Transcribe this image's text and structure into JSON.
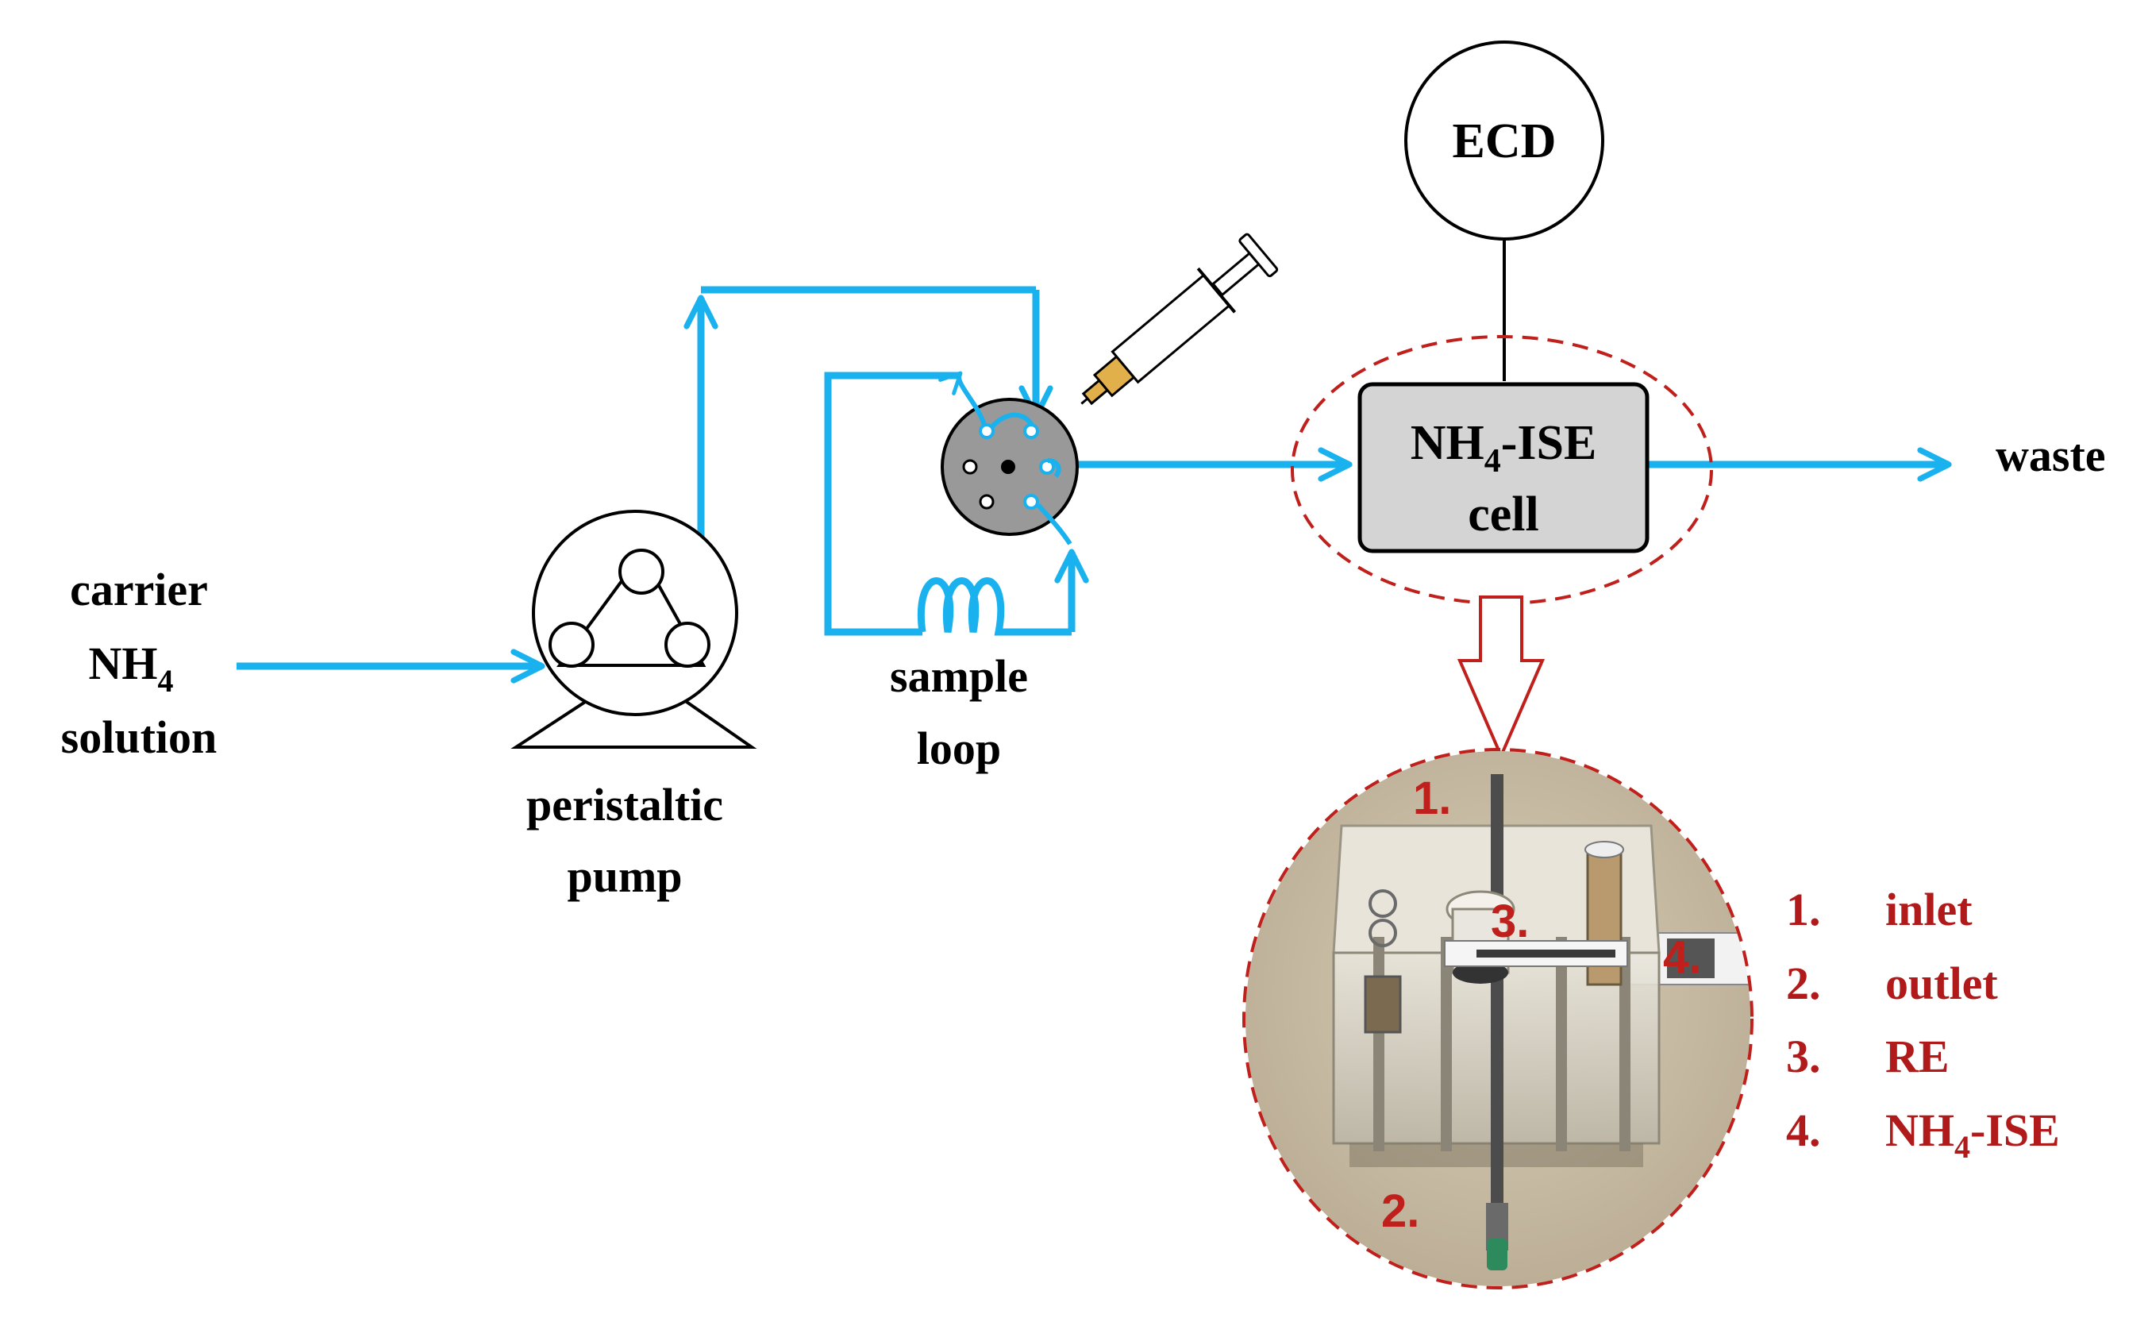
{
  "carrier_label": {
    "line1": "carrier",
    "line2_main": "NH",
    "line2_sub": "4",
    "line3": "solution"
  },
  "pump_label": {
    "line1": "peristaltic",
    "line2": "pump"
  },
  "loop_label": {
    "line1": "sample",
    "line2": "loop"
  },
  "ecd_label": "ECD",
  "cell_label": {
    "line1_main": "NH",
    "line1_sub": "4",
    "line1_rest": "-ISE",
    "line2": "cell"
  },
  "waste_label": "waste",
  "photo_markers": [
    "1.",
    "2.",
    "3.",
    "4."
  ],
  "legend": [
    {
      "num": "1.",
      "text": "inlet"
    },
    {
      "num": "2.",
      "text": "outlet"
    },
    {
      "num": "3.",
      "text": "RE"
    },
    {
      "num": "4.",
      "text": "NH",
      "sub": "4",
      "rest": "-ISE"
    }
  ],
  "colors": {
    "flow_line": "#19b2ee",
    "highlight_dash": "#c0201b",
    "legend_text": "#b01a1a",
    "cell_fill": "#d4d4d4",
    "valve_fill": "#999999"
  }
}
